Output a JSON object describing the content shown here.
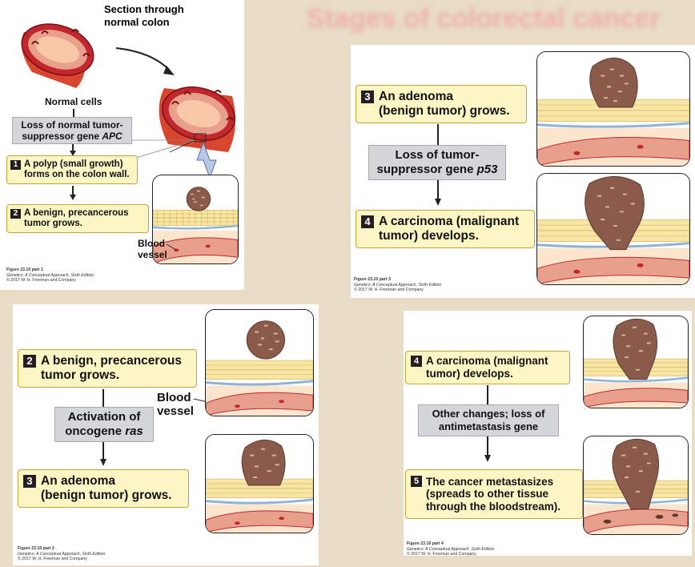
{
  "blurred_title": "Stages of colorectal cancer",
  "panel1": {
    "heading": "Section through normal colon",
    "normal_cells": "Normal cells",
    "gray": [
      "Loss of normal tumor-",
      "suppressor gene ",
      "APC"
    ],
    "step1_num": "1",
    "step1": [
      "A polyp (small growth)",
      "forms on the colon wall."
    ],
    "step2_num": "2",
    "step2": [
      "A benign, precancerous",
      "tumor grows."
    ],
    "blood_vessel": [
      "Blood",
      "vessel"
    ],
    "caption": [
      "Figure 23.10 part 1",
      "Genetics: A Conceptual Approach, Sixth Edition",
      "© 2017 W. H. Freeman and Company"
    ]
  },
  "panel3": {
    "step3_num": "3",
    "step3": [
      "An adenoma",
      "(benign tumor) grows."
    ],
    "gray": [
      "Loss of tumor-",
      "suppressor gene ",
      "p53"
    ],
    "step4_num": "4",
    "step4": [
      "A carcinoma (malignant",
      "tumor) develops."
    ],
    "caption": [
      "Figure 23.10 part 3",
      "Genetics: A Conceptual Approach, Sixth Edition",
      "© 2017 W. H. Freeman and Company"
    ]
  },
  "panel2": {
    "step2_num": "2",
    "step2": [
      "A benign, precancerous",
      "tumor grows."
    ],
    "blood_vessel": [
      "Blood",
      "vessel"
    ],
    "gray": [
      "Activation of",
      "oncogene ",
      "ras"
    ],
    "step3_num": "3",
    "step3": [
      "An adenoma",
      "(benign tumor) grows."
    ],
    "caption": [
      "Figure 23.10 part 2",
      "Genetics: A Conceptual Approach, Sixth Edition",
      "© 2017 W. H. Freeman and Company"
    ]
  },
  "panel4": {
    "step4_num": "4",
    "step4": [
      "A carcinoma (malignant",
      "tumor) develops."
    ],
    "gray": [
      "Other changes; loss of",
      "antimetastasis gene"
    ],
    "step5_num": "5",
    "step5": [
      "The cancer metastasizes",
      "(spreads to other tissue",
      "through the bloodstream)."
    ],
    "caption": [
      "Figure 23.10 part 4",
      "Genetics: A Conceptual Approach, Sixth Edition",
      "© 2017 W. H. Freeman and Company"
    ]
  },
  "colors": {
    "background": "#e8dcc6",
    "step_box": "#fbf6c4",
    "step_border": "#c9a23a",
    "gray_box": "#d4d6d9",
    "colon_red": "#c1272d",
    "tumor_brown": "#8a5a4a",
    "vessel_pink": "#e8a08c",
    "cell_yellow": "#f7e6a5"
  }
}
